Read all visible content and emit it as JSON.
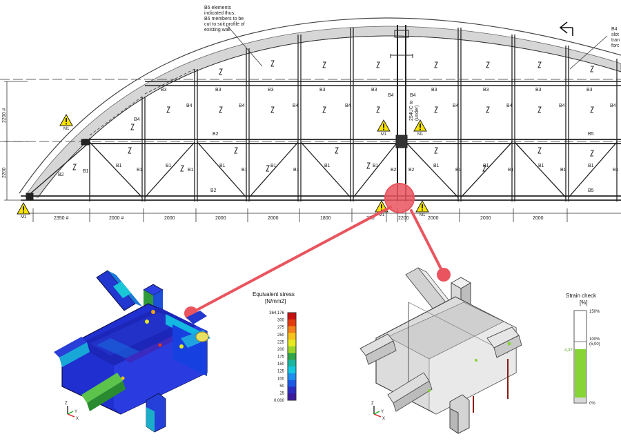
{
  "drawing": {
    "note_b6": [
      "B6 elements",
      "indicated thus.",
      "B6 members to be",
      "cut to suit profile of",
      "existing wall"
    ],
    "note_b4": [
      "B4",
      "slot",
      "tran",
      "forc"
    ],
    "labels": {
      "B1": "B1",
      "B2": "B2",
      "B3": "B3",
      "B4": "B4",
      "B5": "B5",
      "M1": "M1",
      "column_note": [
        "254UC to",
        "(under)"
      ]
    },
    "dims_vertical": [
      "2200 #",
      "2200"
    ],
    "dims_horizontal": [
      "2350 #",
      "2000 #",
      "2000",
      "2000",
      "2000",
      "1800",
      "220",
      "2200",
      "2000",
      "2000",
      "2000"
    ]
  },
  "stress_legend": {
    "title": [
      "Equivalent stress",
      "[N/mm2]"
    ],
    "ticks": [
      "364,176",
      "300",
      "275",
      "250",
      "225",
      "200",
      "175",
      "150",
      "125",
      "100",
      "50",
      "25",
      "0,000"
    ],
    "colors": [
      "#c81010",
      "#e33a10",
      "#f3801a",
      "#f7c21a",
      "#e7ea1e",
      "#9bd52a",
      "#2fa64a",
      "#19b6a0",
      "#14c8e2",
      "#1c8ff0",
      "#1a5ae6",
      "#2a2cc4",
      "#3a1a9c"
    ]
  },
  "strain_legend": {
    "title": [
      "Strain check",
      "[%]"
    ],
    "ticks": [
      "150%",
      "100%",
      "(5,00)",
      "4,37",
      "0%"
    ],
    "fill_fraction": 0.583,
    "fill_color": "#86d435"
  },
  "axes": {
    "x": "X",
    "y": "Y",
    "z": "Z"
  },
  "colors": {
    "highlight": "#e9545e",
    "warning": "#f7e200",
    "model_blue": "#1b2ad6",
    "model_grey": "#dcdcdc"
  }
}
